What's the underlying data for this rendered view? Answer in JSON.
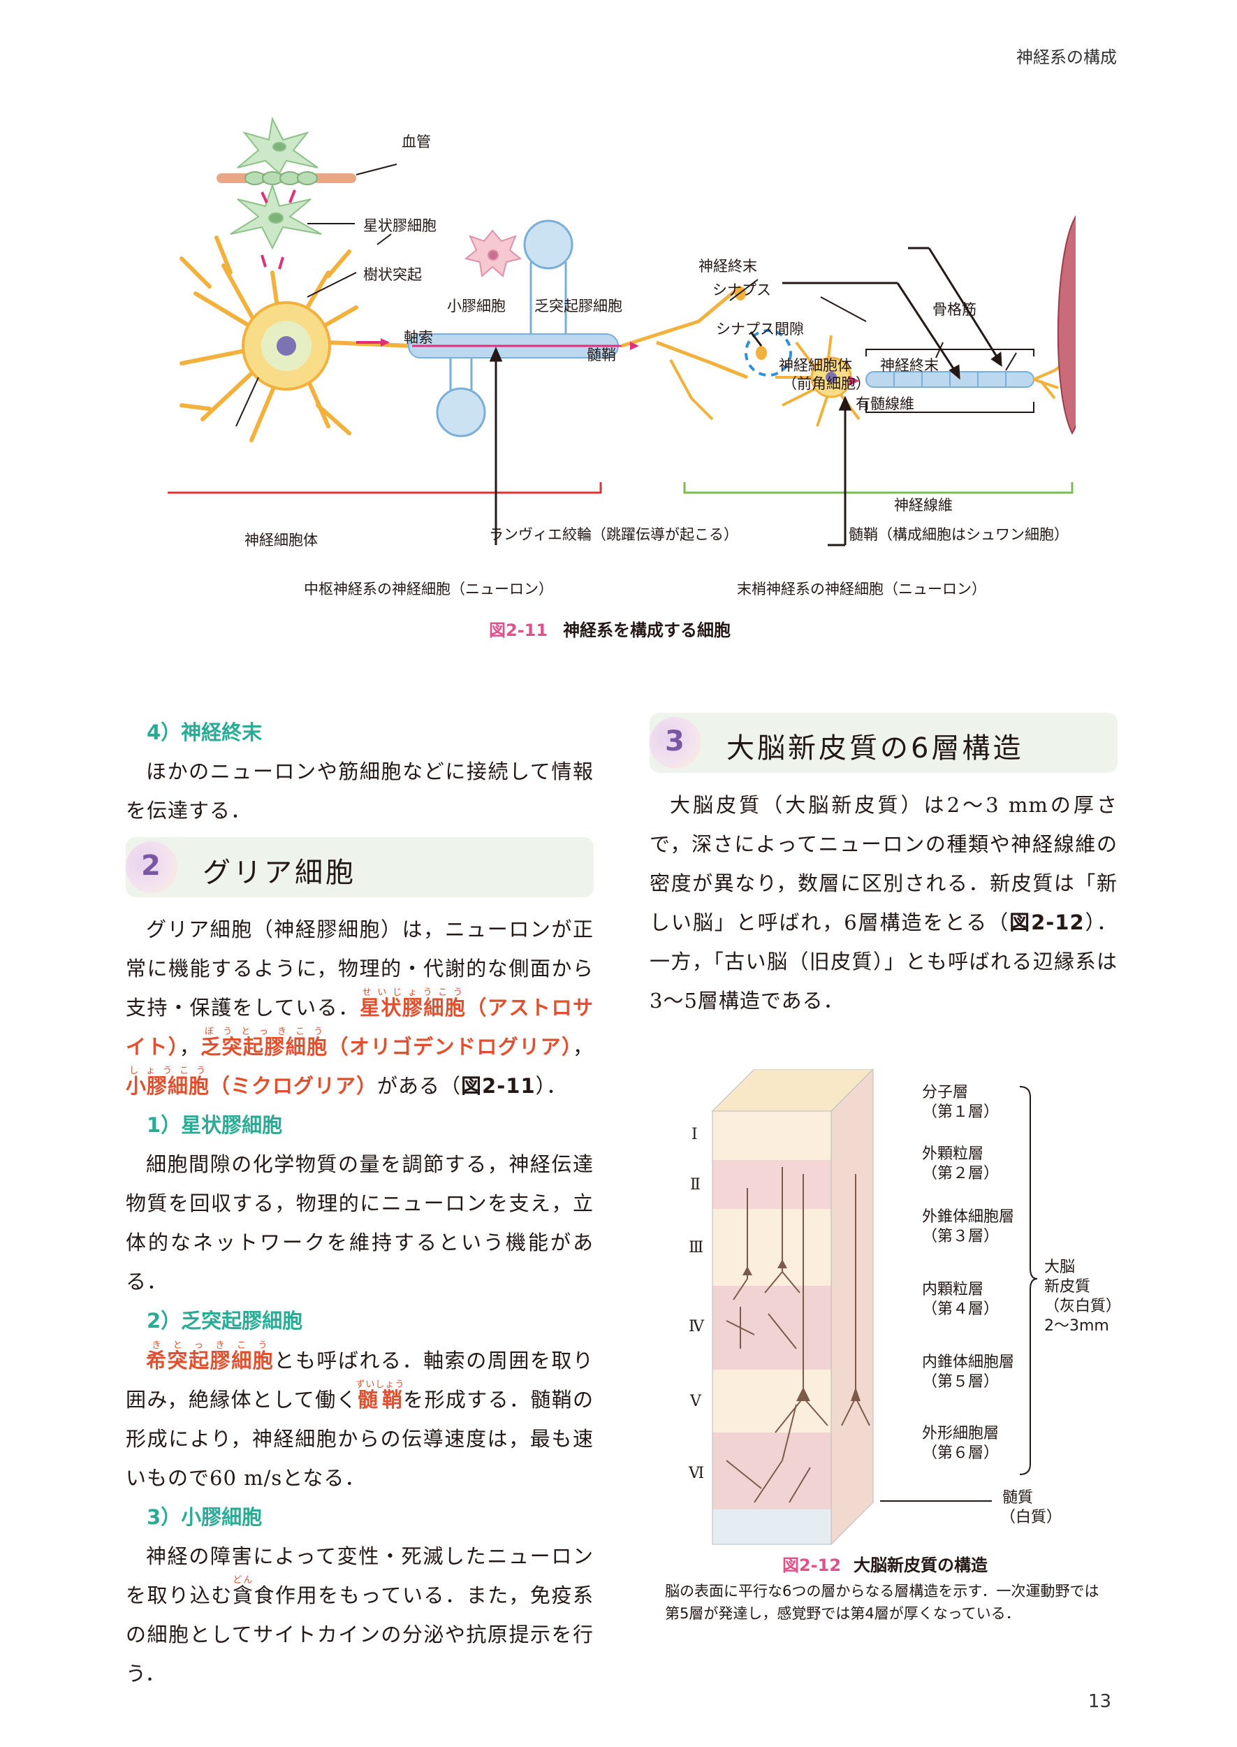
{
  "header": {
    "running_title": "神経系の構成",
    "page_number": "13"
  },
  "figure_2_11": {
    "number": "図2-11",
    "title": "神経系を構成する細胞",
    "labels": {
      "blood_vessel": "血管",
      "astrocyte": "星状膠細胞",
      "dendrite": "樹状突起",
      "microglia": "小膠細胞",
      "oligodendrocyte": "乏突起膠細胞",
      "axon": "軸索",
      "myelin": "髄鞘",
      "cell_body": "神経細胞体",
      "node_of_ranvier": "ランヴィエ絞輪（跳躍伝導が起こる）",
      "nerve_terminal_1": "神経終末",
      "synapse": "シナプス",
      "synaptic_cleft": "シナプス間隙",
      "skeletal_muscle": "骨格筋",
      "motor_cell_body": "神経細胞体",
      "motor_cell_body_sub": "（前角細胞）",
      "nerve_terminal_2": "神経終末",
      "myelinated_fiber": "有髄線維",
      "nerve_fiber": "神経線維",
      "schwann_myelin": "髄鞘（構成細胞はシュワン細胞）",
      "cns_neuron": "中枢神経系の神経細胞（ニューロン）",
      "pns_neuron": "末梢神経系の神経細胞（ニューロン）"
    }
  },
  "left_column": {
    "s4_heading": "4）神経終末",
    "s4_text": "ほかのニューロンや筋細胞などに接続して情報を伝達する．",
    "section2_number": "2",
    "section2_title": "グリア細胞",
    "glia_p1": "グリア細胞（神経膠細胞）は，ニューロンが正常に機能するように，物理的・代謝的な側面から支持・保護をしている．",
    "term_astro": "星状膠細胞",
    "term_astro_ruby": "せいじょうこう",
    "astro_alias": "（アストロサイト）",
    "comma1": "，",
    "term_oligo": "乏突起膠細胞",
    "term_oligo_ruby": "ぼうとっきこう",
    "oligo_alias": "（オリゴデンドログリア）",
    "comma2": "，",
    "term_micro": "小膠細胞",
    "term_micro_ruby": "しょうこう",
    "micro_alias": "（ミクログリア）",
    "glia_p1_end_a": "がある（",
    "glia_p1_ref": "図2-11",
    "glia_p1_end_b": "）．",
    "s1_heading": "1）星状膠細胞",
    "s1_text": "細胞間隙の化学物質の量を調節する，神経伝達物質を回収する，物理的にニューロンを支え，立体的なネットワークを維持するという機能がある．",
    "s2_heading": "2）乏突起膠細胞",
    "term_kitokko": "希突起膠細胞",
    "term_kitokko_ruby": "きとっきこう",
    "s2_text_a": "とも呼ばれる．軸索の周囲を取り囲み，絶縁体として働く",
    "term_zuisho": "髄鞘",
    "term_zuisho_ruby": "ずいしょう",
    "s2_text_b": "を形成する．髄鞘の形成により，神経細胞からの伝導速度は，最も速いもので60 m/sとなる．",
    "s3_heading": "3）小膠細胞",
    "s3_text_a": "神経の障害によって変性・死滅したニューロンを取り込む",
    "term_donshoku": "貪",
    "term_donshoku_ruby": "どん",
    "s3_text_b": "食作用をもっている．また，免疫系の細胞としてサイトカインの分泌や抗原提示を行う．"
  },
  "right_column": {
    "section3_number": "3",
    "section3_title": "大脳新皮質の6層構造",
    "p_a": "大脳皮質（大脳新皮質）は2～3 mmの厚さで，深さによってニューロンの種類や神経線維の密度が異なり，数層に区別される．新皮質は「新しい脳」と呼ばれ，6層構造をとる（",
    "p_ref": "図2-12",
    "p_b": "）．一方，「古い脳（旧皮質）」とも呼ばれる辺縁系は3～5層構造である．"
  },
  "figure_2_12": {
    "number": "図2-12",
    "title": "大脳新皮質の構造",
    "caption": "脳の表面に平行な6つの層からなる層構造を示す．一次運動野では第5層が発達し，感覚野では第4層が厚くなっている．",
    "roman": [
      "Ⅰ",
      "Ⅱ",
      "Ⅲ",
      "Ⅳ",
      "Ⅴ",
      "Ⅵ"
    ],
    "layers": [
      {
        "name": "分子層",
        "sub": "（第１層）"
      },
      {
        "name": "外顆粒層",
        "sub": "（第２層）"
      },
      {
        "name": "外錐体細胞層",
        "sub": "（第３層）"
      },
      {
        "name": "内顆粒層",
        "sub": "（第４層）"
      },
      {
        "name": "内錐体細胞層",
        "sub": "（第５層）"
      },
      {
        "name": "外形細胞層",
        "sub": "（第６層）"
      }
    ],
    "cortex_label": [
      "大脳",
      "新皮質",
      "（灰白質）",
      "2～3mm"
    ],
    "medulla": [
      "髄質",
      "（白質）"
    ]
  }
}
